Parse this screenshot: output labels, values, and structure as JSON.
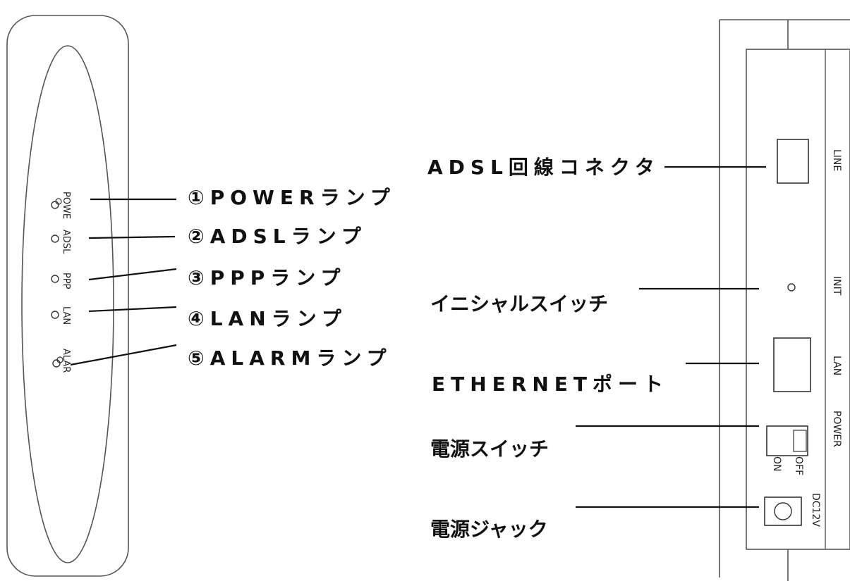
{
  "front_panel": {
    "led_labels": [
      "POWE",
      "ADSL",
      "PPP",
      "LAN",
      "ALAR"
    ],
    "callouts": [
      "①POWERランプ",
      "②ADSLランプ",
      "③PPPランプ",
      "④LANランプ",
      "⑤ALARMランプ"
    ]
  },
  "rear_panel": {
    "port_labels": {
      "line": "LINE",
      "init": "INIT",
      "lan": "LAN",
      "power": "POWER",
      "on": "ON",
      "off": "OFF",
      "dc": "DC12V"
    },
    "callouts": {
      "adsl_connector": "ADSL回線コネクタ",
      "initial_switch": "イニシャルスイッチ",
      "ethernet_port": "ETHERNETポート",
      "power_switch": "電源スイッチ",
      "power_jack": "電源ジャック"
    }
  },
  "colors": {
    "line": "#111111",
    "outline": "#555555"
  }
}
